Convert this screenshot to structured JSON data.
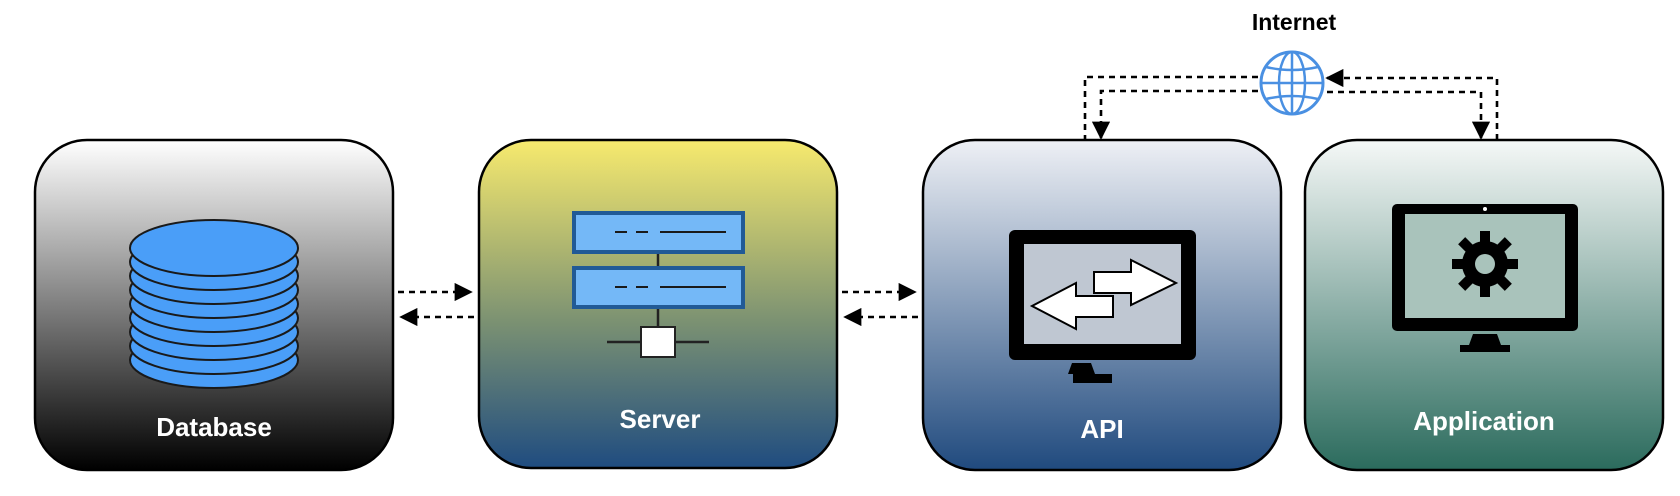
{
  "internet": {
    "label": "Internet",
    "icon": "globe-icon",
    "color": "#4a90e2"
  },
  "nodes": [
    {
      "id": "database",
      "label": "Database",
      "icon": "database-icon",
      "gradient": [
        "#ffffff",
        "#000000"
      ]
    },
    {
      "id": "server",
      "label": "Server",
      "icon": "server-rack-icon",
      "gradient": [
        "#f7ea6e",
        "#1f4c80"
      ]
    },
    {
      "id": "api",
      "label": "API",
      "icon": "monitor-exchange-arrows-icon",
      "gradient": [
        "#eef0f5",
        "#204a7e"
      ]
    },
    {
      "id": "application",
      "label": "Application",
      "icon": "monitor-gear-icon",
      "gradient": [
        "#f5f8f7",
        "#2b6b5d"
      ]
    }
  ],
  "colors": {
    "database_blue": "#4a9ef8",
    "server_blue": "#74b8f7",
    "server_border": "#215a96",
    "node_border": "#000000"
  }
}
